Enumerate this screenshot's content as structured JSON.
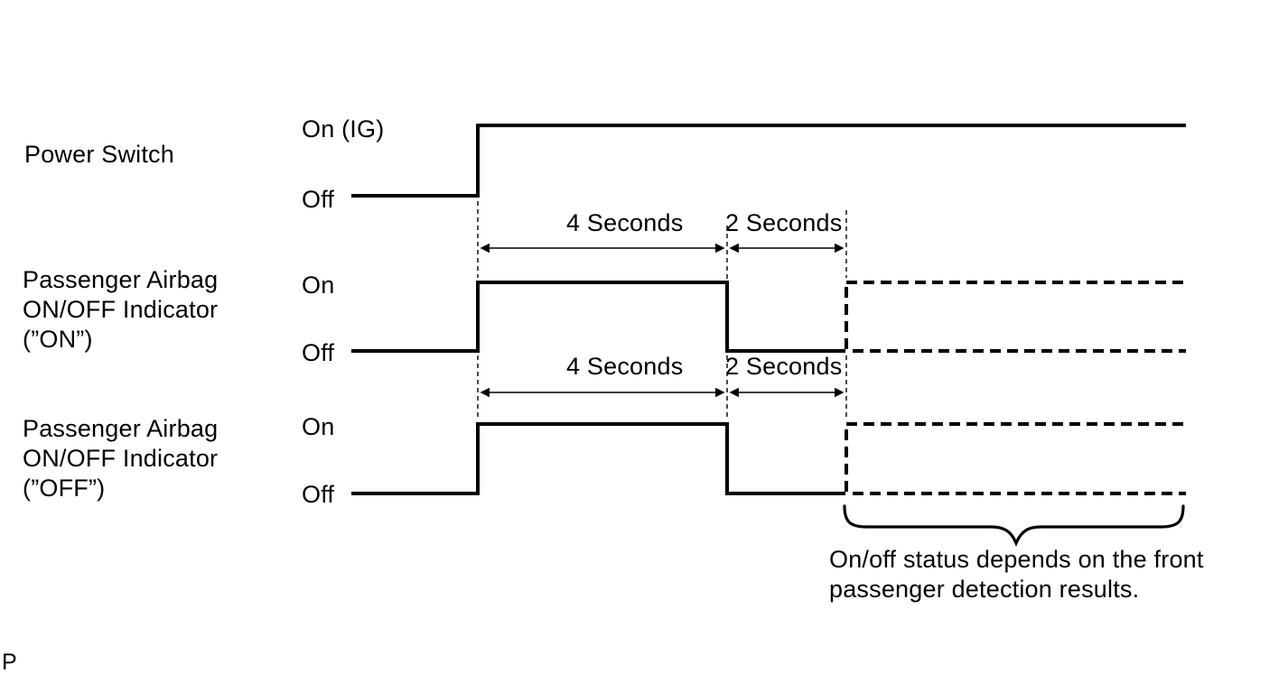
{
  "signals": {
    "power_switch": {
      "label": "Power Switch",
      "high_label": "On (IG)",
      "low_label": "Off"
    },
    "indicator_on": {
      "label_line1": "Passenger Airbag",
      "label_line2": "ON/OFF Indicator",
      "label_line3": "(”ON”)",
      "high_label": "On",
      "low_label": "Off"
    },
    "indicator_off": {
      "label_line1": "Passenger Airbag",
      "label_line2": "ON/OFF Indicator",
      "label_line3": "(”OFF”)",
      "high_label": "On",
      "low_label": "Off"
    }
  },
  "intervals": {
    "first": "4 Seconds",
    "second": "2 Seconds"
  },
  "caption": {
    "line1": "On/off status depends on the front",
    "line2": "passenger detection results."
  },
  "corner_text": "P",
  "colors": {
    "ink": "#000000",
    "background": "#ffffff"
  },
  "waveforms": [
    {
      "signal": "Power Switch",
      "sequence": "Off, then rises to On (IG) and stays On"
    },
    {
      "signal": "Passenger Airbag ON/OFF Indicator (”ON”)",
      "sequence": "Off, On for 4 Seconds after power on, Off for 2 Seconds, then on/off shown dashed (depends on front passenger detection results)"
    },
    {
      "signal": "Passenger Airbag ON/OFF Indicator (”OFF”)",
      "sequence": "Off, On for 4 Seconds after power on, Off for 2 Seconds, then on/off shown dashed (depends on front passenger detection results)"
    }
  ]
}
